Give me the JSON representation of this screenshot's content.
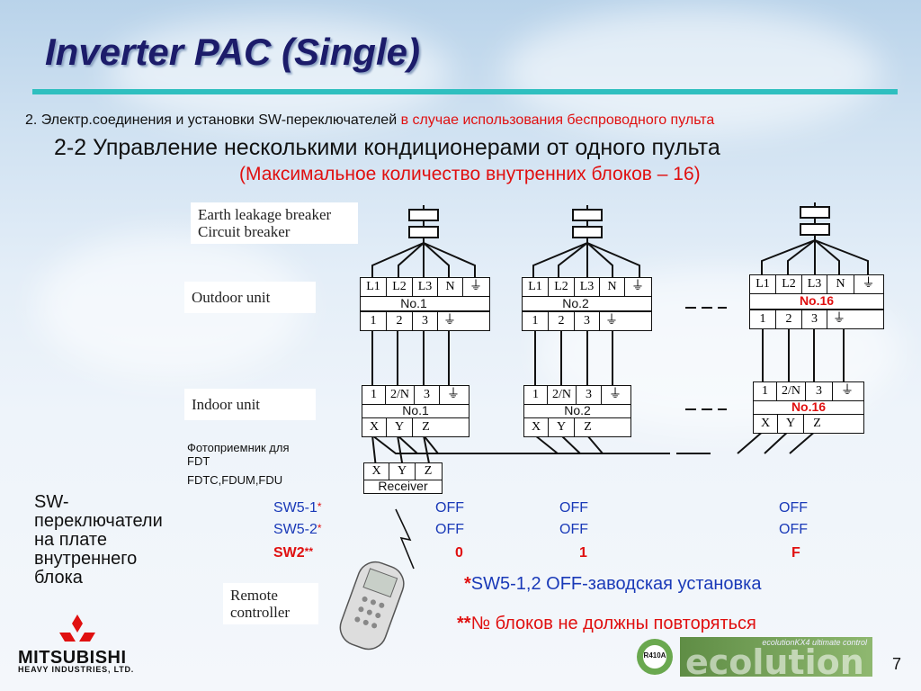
{
  "title": "Inverter PAC (Single)",
  "header": {
    "line1_black": "2. Электр.соединения и установки SW-переключателей",
    "line1_red": "в случае использования беспроводного пульта",
    "line2": "2-2 Управление несколькими кондиционерами от одного пульта",
    "line3": "(Максимальное  количество внутренних блоков – 16)"
  },
  "labels": {
    "breaker": [
      "Earth leakage breaker",
      "Circuit breaker"
    ],
    "outdoor": "Outdoor unit",
    "indoor": "Indoor unit",
    "remote": [
      "Remote",
      "controller"
    ],
    "photo": [
      "Фотоприемник для",
      "FDT",
      "FDTC,FDUM,FDU"
    ],
    "receiver": "Receiver"
  },
  "outdoor_terminals_top": [
    "L1",
    "L2",
    "L3",
    "N",
    "⏚"
  ],
  "outdoor_terminals_bottom": [
    "1",
    "2",
    "3",
    "⏚"
  ],
  "indoor_terminals_top": [
    "1",
    "2/N",
    "3",
    "⏚"
  ],
  "indoor_terminals_bottom": [
    "X",
    "Y",
    "Z"
  ],
  "receiver_terminals": [
    "X",
    "Y",
    "Z"
  ],
  "units": [
    {
      "outdoor_name": "No.1",
      "indoor_name": "No.1"
    },
    {
      "outdoor_name": "No.2",
      "indoor_name": "No.2"
    },
    {
      "outdoor_name": "No.16",
      "indoor_name": "No.16"
    }
  ],
  "sw_side_label": [
    "SW-",
    "переключатели",
    "на плате",
    "внутреннего",
    "блока"
  ],
  "switches": [
    {
      "name": "SW5-1",
      "mark": "*",
      "values": [
        "OFF",
        "OFF",
        "OFF"
      ]
    },
    {
      "name": "SW5-2",
      "mark": "*",
      "values": [
        "OFF",
        "OFF",
        "OFF"
      ]
    },
    {
      "name": "SW2",
      "mark": "**",
      "values": [
        "0",
        "1",
        "F"
      ]
    }
  ],
  "notes": {
    "note1_mark": "*",
    "note1": "SW5-1,2 OFF-заводская установка",
    "note2_mark": "**",
    "note2": "№ блоков не должны повторяться"
  },
  "logo": {
    "brand": "MITSUBISHI",
    "sub": "HEAVY INDUSTRIES, LTD."
  },
  "eco_badge": {
    "refrigerant": "R410A",
    "banner": "ecolution",
    "banner_top": "ecolutionKX4 ultimate control"
  },
  "page_number": "7",
  "colors": {
    "title": "#1c1c6a",
    "rule": "#2fbfbf",
    "red": "#e01010",
    "blue": "#1a3ab8"
  }
}
